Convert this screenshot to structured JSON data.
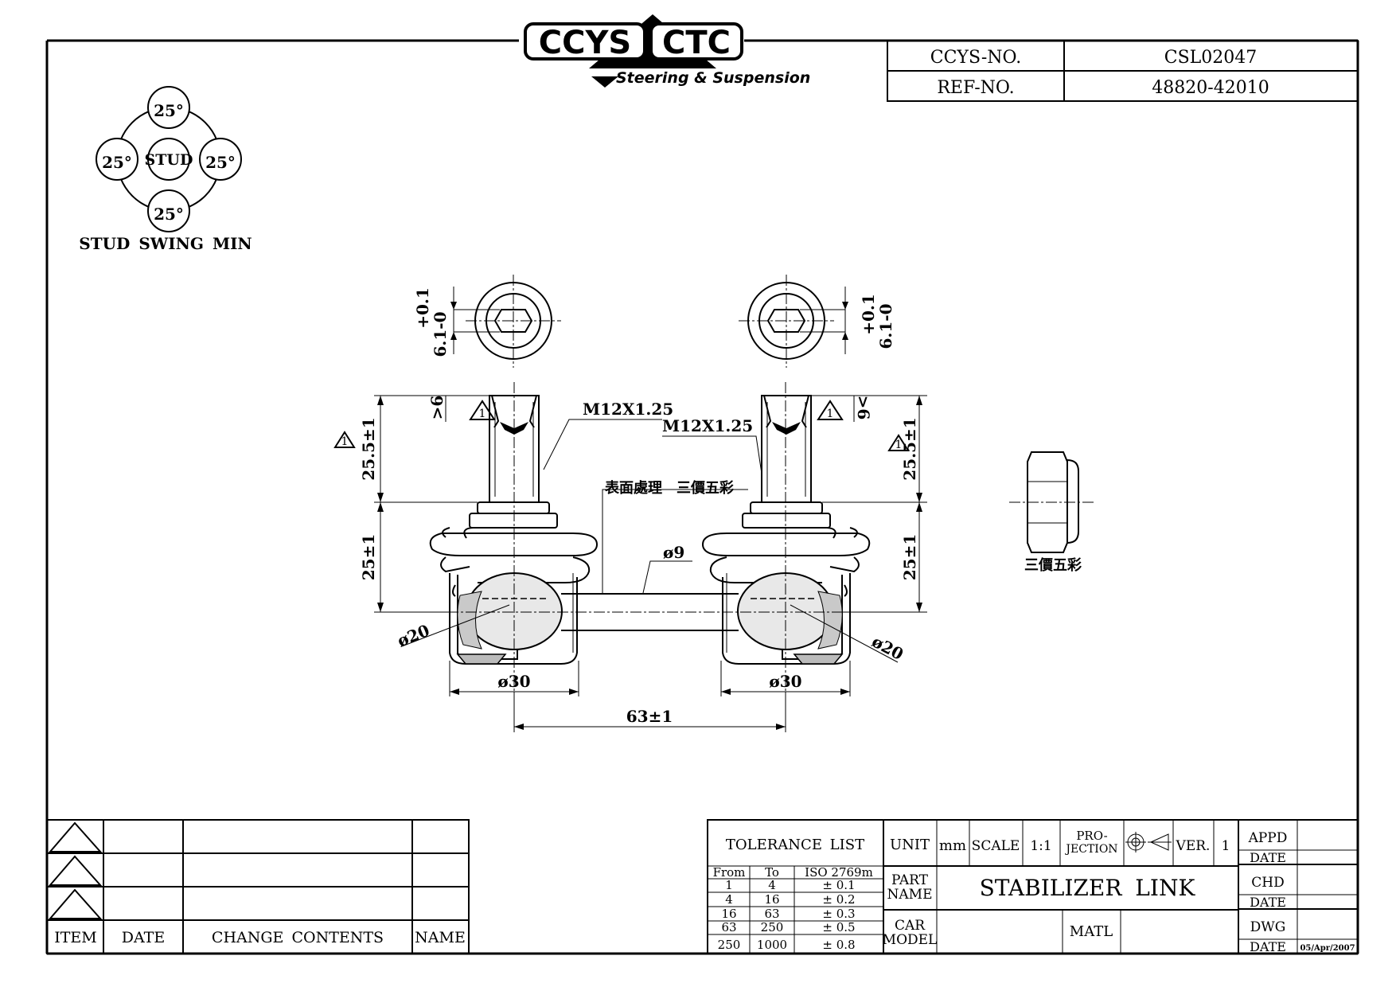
{
  "header": {
    "logo_left": "CCYS",
    "logo_right": "CTC",
    "logo_tagline": "Steering & Suspension",
    "ccys_no_label": "CCYS-NO.",
    "ccys_no_value": "CSL02047",
    "ref_no_label": "REF-NO.",
    "ref_no_value": "48820-42010"
  },
  "stud_swing": {
    "center_label": "STUD",
    "angles": [
      "25°",
      "25°",
      "25°",
      "25°"
    ],
    "caption": "STUD SWING MIN"
  },
  "drawing": {
    "hex_dim_left": "6.1-0",
    "hex_tol_left": "+0.1",
    "hex_dim_right": "6.1-0",
    "hex_tol_right": "+0.1",
    "thread_left": "M12X1.25",
    "thread_right": "M12X1.25",
    "hex_depth_left": ">6",
    "hex_depth_right": ">6",
    "rev_mark": "1",
    "stud_len_left": "25.5±1",
    "stud_len_right": "25.5±1",
    "body_len_left": "25±1",
    "body_len_right": "25±1",
    "surface_note": "表面處理　三價五彩",
    "rod_dia": "ø9",
    "ball_dia_left": "ø20",
    "ball_dia_right": "ø20",
    "housing_dia_left": "ø30",
    "housing_dia_right": "ø30",
    "center_dist": "63±1",
    "nut_note": "三價五彩"
  },
  "revisions": {
    "headers": [
      "ITEM",
      "DATE",
      "CHANGE CONTENTS",
      "NAME"
    ],
    "rows": [
      {
        "item": "",
        "date": "",
        "contents": "",
        "name": ""
      },
      {
        "item": "",
        "date": "",
        "contents": "",
        "name": ""
      },
      {
        "item": "",
        "date": "",
        "contents": "",
        "name": ""
      }
    ]
  },
  "title_block": {
    "tolerance_title": "TOLERANCE LIST",
    "tol_headers": [
      "From",
      "To",
      "ISO 2769m"
    ],
    "tol_rows": [
      {
        "from": "1",
        "to": "4",
        "tol": "± 0.1"
      },
      {
        "from": "4",
        "to": "16",
        "tol": "± 0.2"
      },
      {
        "from": "16",
        "to": "63",
        "tol": "± 0.3"
      },
      {
        "from": "63",
        "to": "250",
        "tol": "± 0.5"
      },
      {
        "from": "250",
        "to": "1000",
        "tol": "± 0.8"
      }
    ],
    "unit_label": "UNIT",
    "unit_value": "mm",
    "scale_label": "SCALE",
    "scale_value": "1:1",
    "projection_label_1": "PRO-",
    "projection_label_2": "JECTION",
    "ver_label": "VER.",
    "ver_value": "1",
    "part_name_label_1": "PART",
    "part_name_label_2": "NAME",
    "part_name_value": "STABILIZER LINK",
    "car_model_label_1": "CAR",
    "car_model_label_2": "MODEL",
    "car_model_value": "",
    "matl_label": "MATL",
    "matl_value": "",
    "appd_label": "APPD",
    "chd_label": "CHD",
    "dwg_label": "DWG",
    "date_label": "DATE",
    "dwg_date": "05/Apr/2007"
  }
}
